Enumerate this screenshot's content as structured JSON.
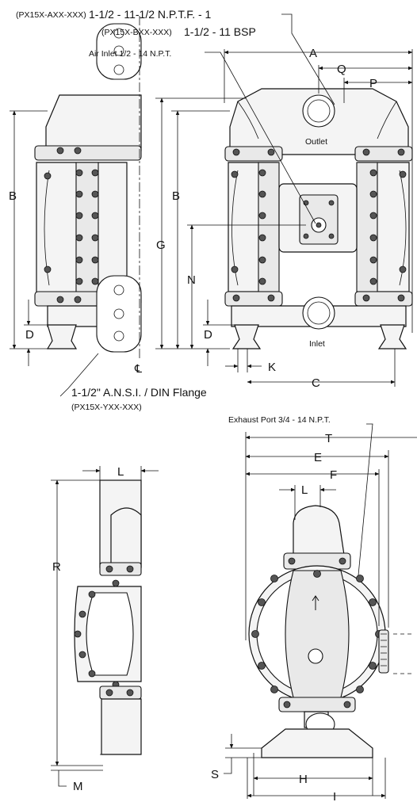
{
  "callouts": {
    "outlet_npt_code": "(PX15X-AXX-XXX)",
    "outlet_npt_code_ul": "XX",
    "outlet_npt_size": "1-1/2 - 11-1/2 N.P.T.F. - 1",
    "outlet_bsp_code": "(PX15X-BXX-XXX)",
    "outlet_bsp_code_ul": "B",
    "outlet_bsp_size": "1-1/2 - 11 BSP",
    "air_inlet": "Air Inlet 1/2 - 14 N.P.T.",
    "outlet": "Outlet",
    "inlet": "Inlet",
    "flange": "1-1/2\" A.N.S.I. / DIN Flange",
    "flange_code": "(PX15X-YXX-XXX)",
    "flange_code_ul": "Y",
    "exhaust_port": "Exhaust Port 3/4 - 14 N.P.T.",
    "centerline": "℄"
  },
  "dimensions": {
    "A": "A",
    "Q": "Q",
    "P": "P",
    "B_left": "B",
    "B_center": "B",
    "G": "G",
    "N": "N",
    "D_left": "D",
    "D_center": "D",
    "K": "K",
    "C": "C",
    "L_side": "L",
    "R": "R",
    "M": "M",
    "T": "T",
    "E": "E",
    "F": "F",
    "L_front": "L",
    "S": "S",
    "H": "H",
    "I": "I"
  }
}
